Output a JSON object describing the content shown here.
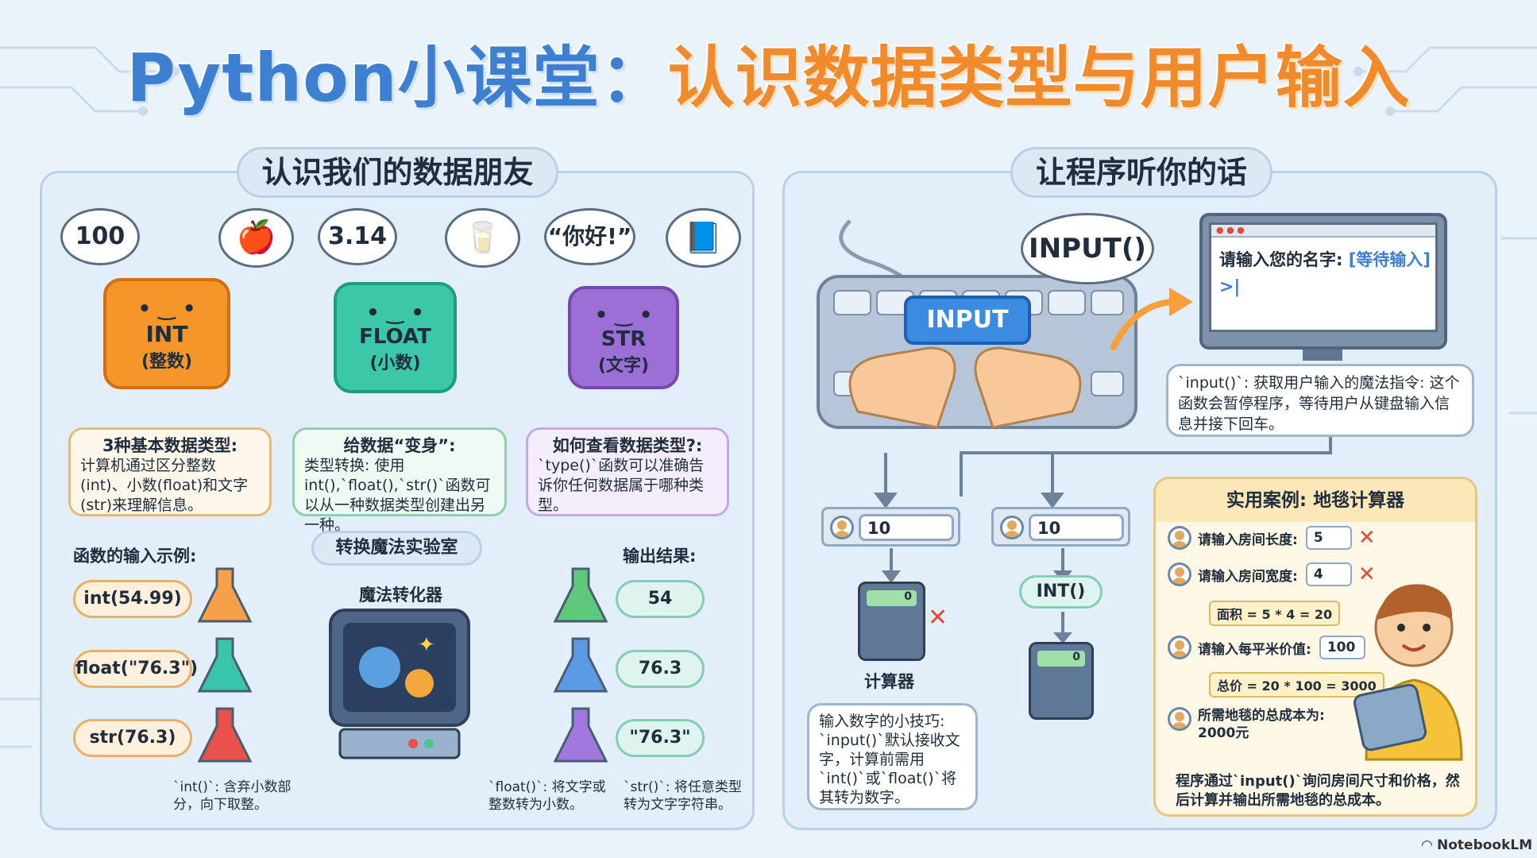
{
  "title": {
    "part1": "Python小课堂：",
    "part2": "认识数据类型与用户输入"
  },
  "left_panel": {
    "heading": "认识我们的数据朋友",
    "characters": [
      {
        "bubble": "100",
        "name": "INT",
        "sub": "(整数)",
        "color": "#f5962a"
      },
      {
        "bubble": "3.14",
        "name": "FLOAT",
        "sub": "(小数)",
        "color": "#3cc8a8"
      },
      {
        "bubble": "“你好!”",
        "name": "STR",
        "sub": "(文字)",
        "color": "#9b6fd6"
      }
    ],
    "desc1": {
      "title": "3种基本数据类型:",
      "body": "计算机通过区分整数(int)、小数(float)和文字(str)来理解信息。"
    },
    "desc2": {
      "title": "给数据“变身”:",
      "body": "类型转换: 使用int(),`float(),`str()`函数可以从一种数据类型创建出另一种。"
    },
    "desc3": {
      "title": "如何查看数据类型?:",
      "body": "`type()`函数可以准确告诉你任何数据属于哪种类型。"
    },
    "lab_title": "转换魔法实验室",
    "input_label": "函数的输入示例:",
    "output_label": "输出结果:",
    "machine_label": "魔法转化器",
    "inputs": [
      "int(54.99)",
      "float(\"76.3\")",
      "str(76.3)"
    ],
    "outputs": [
      "54",
      "76.3",
      "\"76.3\""
    ],
    "notes": {
      "int": "`int()`: 含弃小数部分，向下取整。",
      "float": "`float()`: 将文字或整数转为小数。",
      "str": "`str()`: 将任意类型转为文字字符串。"
    }
  },
  "right_panel": {
    "heading": "让程序听你的话",
    "bubble": "INPUT()",
    "key_label": "INPUT",
    "screen_prompt": "请输入您的名字:",
    "screen_wait": "[等待输入]",
    "screen_cursor": ">|",
    "input_desc": "`input()`: 获取用户输入的魔法指令: 这个函数会暂停程序，等待用户从键盘输入信息并接下回车。",
    "field_left": "10",
    "field_right": "10",
    "calc_label": "计算器",
    "calc_display_left": "0",
    "calc_display_right": "0",
    "int_pill": "INT()",
    "tip": "输入数字的小技巧: `input()`默认接收文字，计算前需用`int()`或`float()`将其转为数字。"
  },
  "case": {
    "title": "实用案例: 地毯计算器",
    "rows": [
      {
        "label": "请输入房间长度:",
        "value": "5"
      },
      {
        "label": "请输入房间宽度:",
        "value": "4"
      },
      {
        "label": "请输入每平米价值:",
        "value": "100"
      }
    ],
    "formula1": "面积 = 5 * 4 = 20",
    "formula2": "总价 = 20 * 100 = 3000",
    "result_label": "所需地毯的总成本为:",
    "result_value": "2000元",
    "footer": "程序通过`input()`询问房间尺寸和价格，然后计算并输出所需地毯的总成本。"
  },
  "brand": "NotebookLM",
  "colors": {
    "blue": "#3d7fd0",
    "orange": "#f08a2a"
  }
}
